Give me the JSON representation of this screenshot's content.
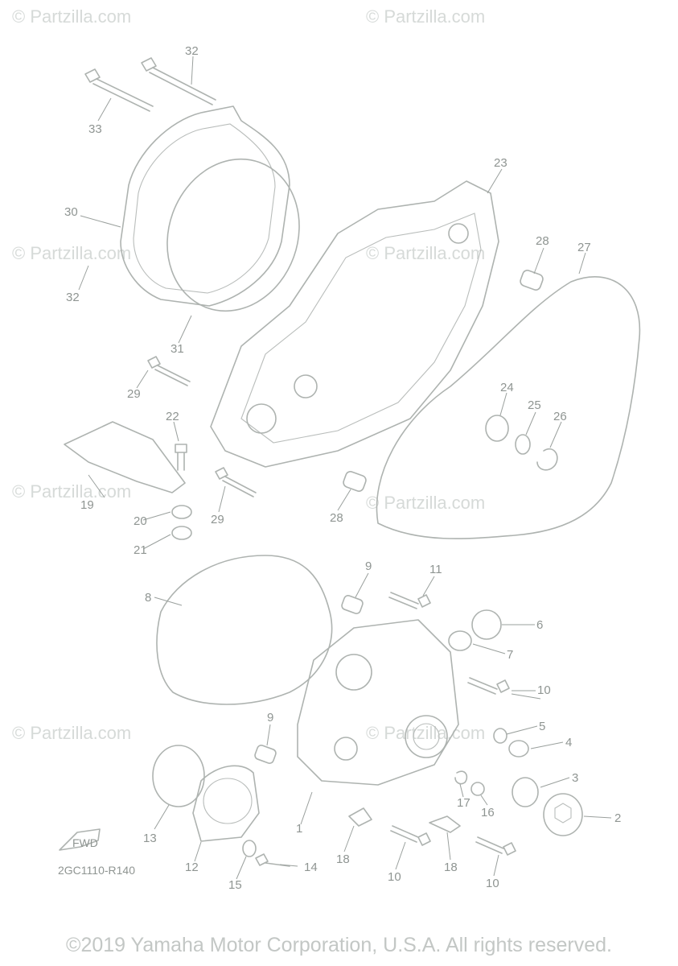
{
  "watermark": "© Partzilla.com",
  "diagram_code": "2GC1110-R140",
  "copyright": "©2019 Yamaha Motor Corporation, U.S.A. All rights reserved.",
  "fwd_label": "FWD",
  "callouts": [
    "1",
    "2",
    "3",
    "4",
    "5",
    "6",
    "7",
    "8",
    "9",
    "9",
    "10",
    "10",
    "10",
    "10",
    "11",
    "12",
    "13",
    "14",
    "15",
    "16",
    "17",
    "18",
    "18",
    "19",
    "20",
    "21",
    "22",
    "23",
    "24",
    "25",
    "26",
    "27",
    "28",
    "28",
    "29",
    "29",
    "30",
    "31",
    "32",
    "32",
    "33"
  ]
}
